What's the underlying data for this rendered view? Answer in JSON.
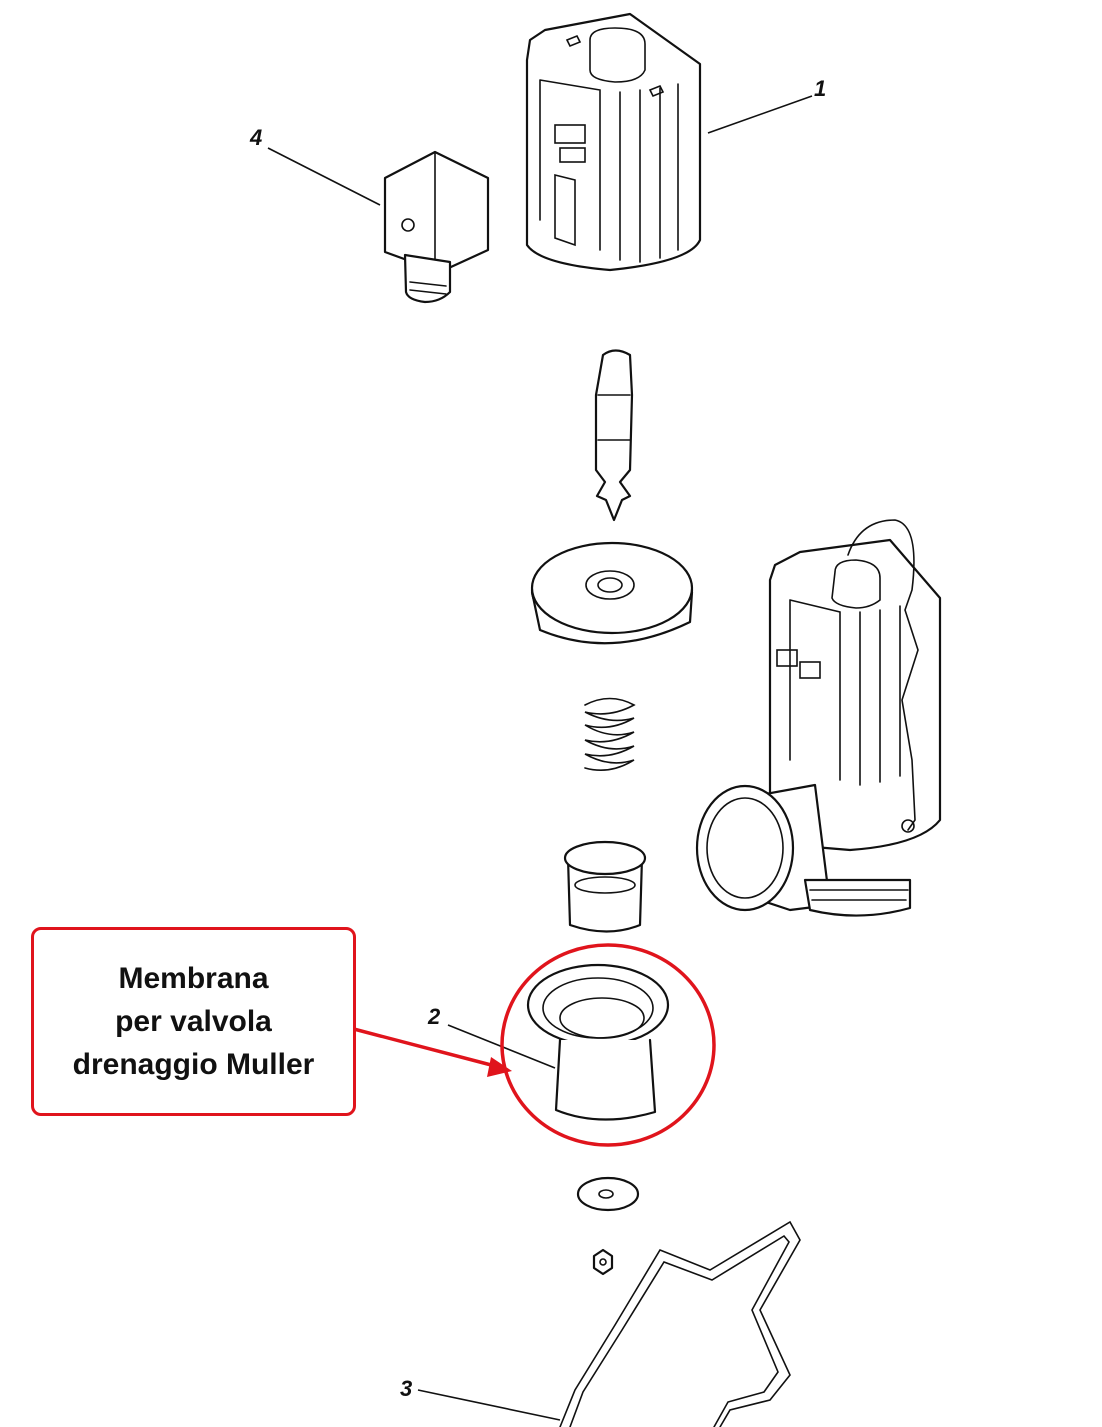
{
  "diagram": {
    "callouts": {
      "c1": "1",
      "c2": "2",
      "c3": "3",
      "c4": "4"
    },
    "note": {
      "line1": "Membrana",
      "line2": "per valvola",
      "line3": "drenaggio Muller"
    },
    "colors": {
      "highlight": "#e0141c",
      "line": "#111111",
      "background": "#ffffff"
    }
  }
}
